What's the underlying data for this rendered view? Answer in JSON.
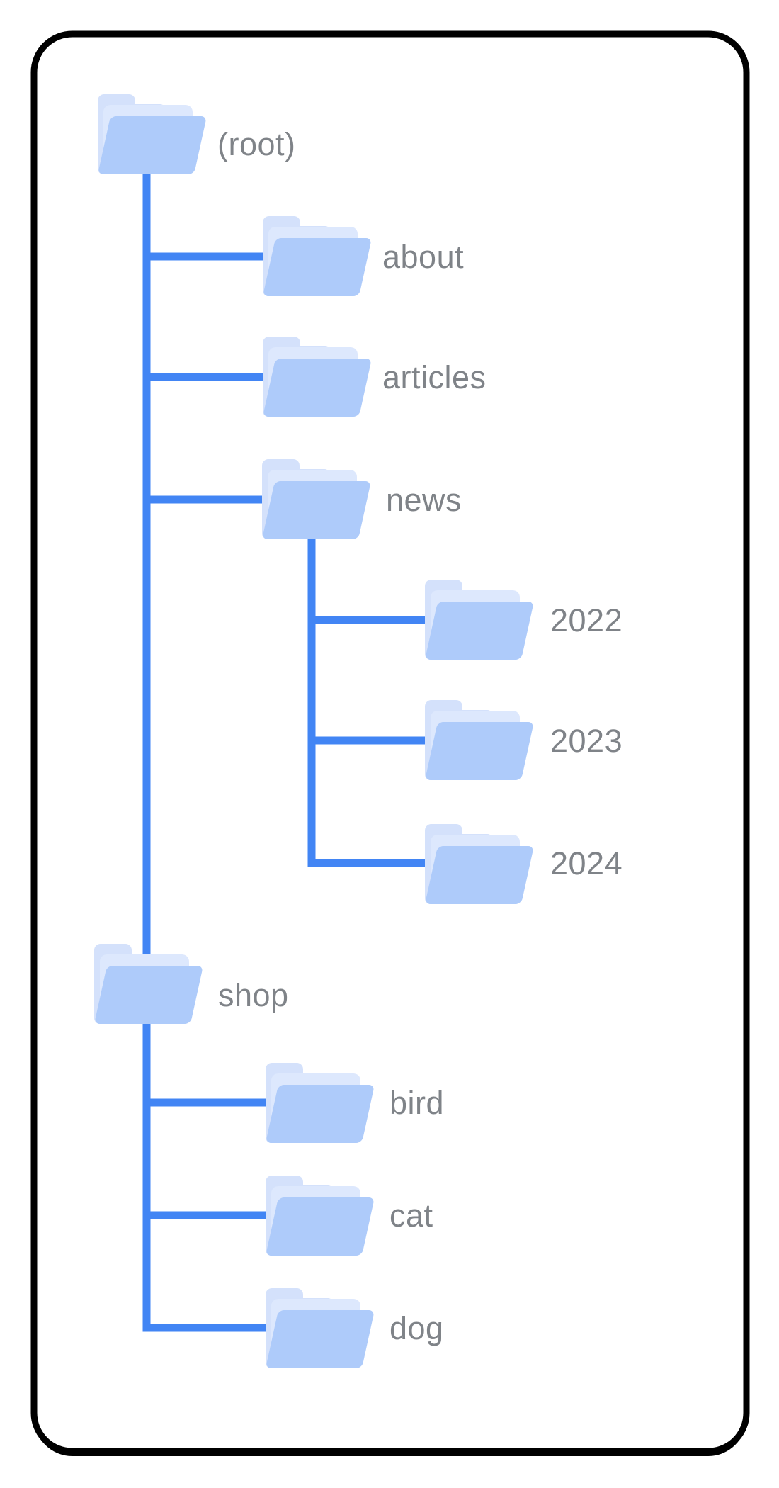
{
  "diagram": {
    "title": "site-directory-tree-illustration",
    "nodes": {
      "root": {
        "label": "(root)"
      },
      "about": {
        "label": "about"
      },
      "articles": {
        "label": "articles"
      },
      "news": {
        "label": "news"
      },
      "y2022": {
        "label": "2022"
      },
      "y2023": {
        "label": "2023"
      },
      "y2024": {
        "label": "2024"
      },
      "shop": {
        "label": "shop"
      },
      "bird": {
        "label": "bird"
      },
      "cat": {
        "label": "cat"
      },
      "dog": {
        "label": "dog"
      }
    },
    "structure": {
      "root": [
        "about",
        "articles",
        "news",
        "shop"
      ],
      "news": [
        "y2022",
        "y2023",
        "y2024"
      ],
      "shop": [
        "bird",
        "cat",
        "dog"
      ]
    }
  },
  "colors": {
    "line": "#4285F4",
    "folder_front": "#AECBFA",
    "folder_sheet": "#DDE8FD",
    "folder_back": "#D4E1FB",
    "label": "#7F8388",
    "card_border": "#000000",
    "card_bg": "#FFFFFF"
  }
}
